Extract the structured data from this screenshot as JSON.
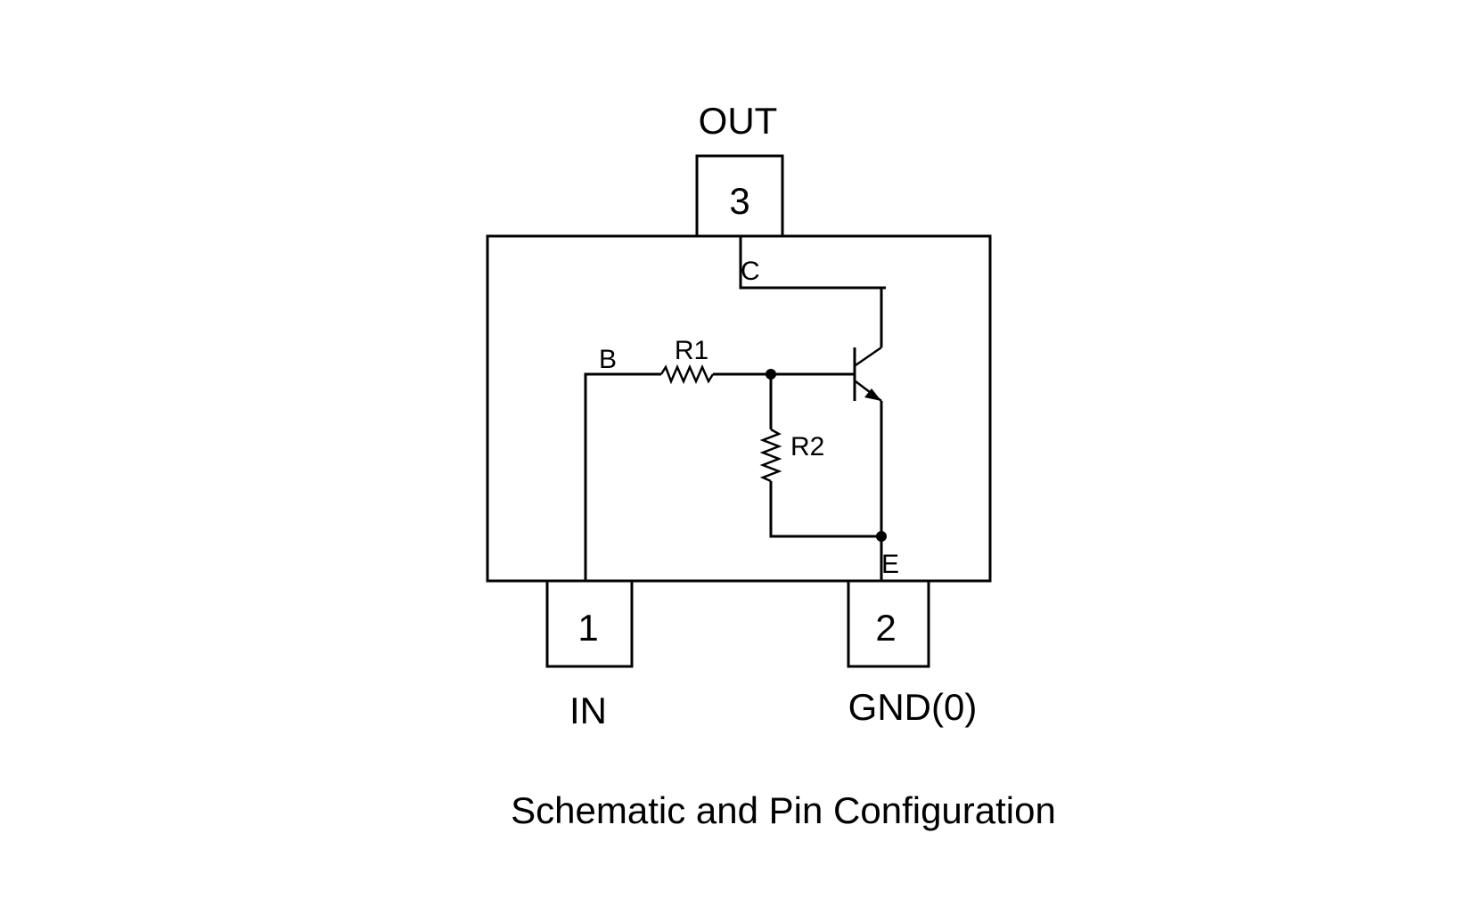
{
  "diagram": {
    "caption": "Schematic and Pin Configuration",
    "pins": [
      {
        "number": "3",
        "name": "OUT"
      },
      {
        "number": "1",
        "name": "IN"
      },
      {
        "number": "2",
        "name": "GND(0)"
      }
    ],
    "nodes": {
      "base": "B",
      "collector": "C",
      "emitter": "E"
    },
    "components": {
      "r1": "R1",
      "r2": "R2"
    }
  }
}
